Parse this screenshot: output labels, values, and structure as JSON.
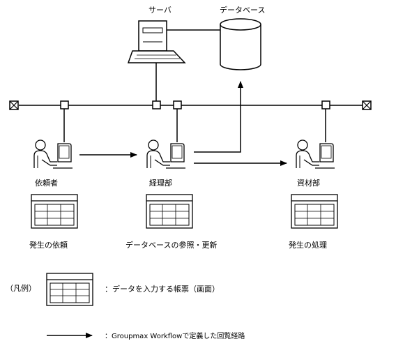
{
  "labels": {
    "server": "サーバ",
    "database": "データベース",
    "requester": "依頼者",
    "accounting": "経理部",
    "materials": "資材部",
    "issue_request": "発生の依頼",
    "db_reference": "データベースの参照・更新",
    "issue_processing": "発生の処理"
  },
  "legend": {
    "title": "（凡例）",
    "form_desc": "：データを入力する帳票（画面）",
    "arrow_desc": "：Groupmax Workflowで定義した回覧経路"
  }
}
